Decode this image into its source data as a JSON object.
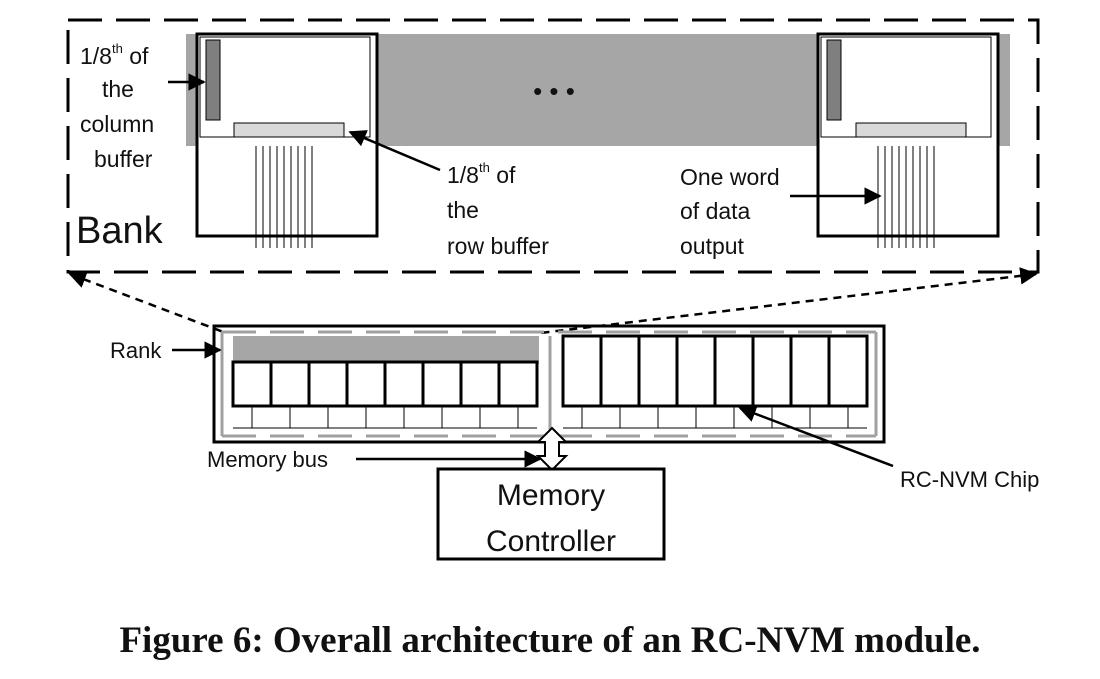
{
  "diagram": {
    "labels": {
      "column_buffer": [
        "1/8",
        "th",
        " of",
        "the",
        "column",
        "buffer"
      ],
      "row_buffer": [
        "1/8",
        "th",
        " of",
        "the",
        "row buffer"
      ],
      "data_output": [
        "One word",
        "of data",
        "output"
      ],
      "bank": "Bank",
      "ellipsis": "• • •",
      "rank": "Rank",
      "memory_bus": "Memory bus",
      "rc_nvm_chip": "RC-NVM Chip",
      "memory_controller": [
        "Memory",
        "Controller"
      ]
    },
    "colors": {
      "stroke": "#000000",
      "buffer_gray": "#a6a6a6",
      "chip_fill": "#ffffff",
      "dark_gray": "#7f7f7f",
      "light_gray": "#d9d9d9",
      "bus_gray": "#a0a0a0"
    }
  },
  "caption": "Figure 6: Overall architecture of an RC-NVM module."
}
